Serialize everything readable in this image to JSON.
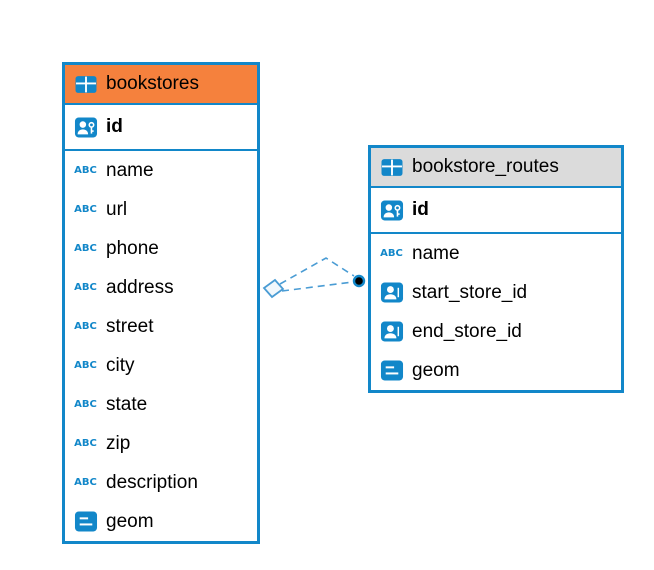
{
  "colors": {
    "canvas_bg": "#ffffff",
    "border_blue": "#1287c9",
    "header_orange": "#f5813d",
    "header_gray": "#dbdbdb",
    "connector_blue": "#4a9cd4",
    "dot_black": "#000000",
    "text_black": "#000000"
  },
  "icons": {
    "text_glyph": "ABC"
  },
  "tables": [
    {
      "name": "bookstores",
      "header_icon": "table-icon",
      "keys": [
        {
          "icon": "primary-key-icon",
          "label": "id"
        }
      ],
      "columns": [
        {
          "icon": "text-column-icon",
          "label": "name"
        },
        {
          "icon": "text-column-icon",
          "label": "url"
        },
        {
          "icon": "text-column-icon",
          "label": "phone"
        },
        {
          "icon": "text-column-icon",
          "label": "address"
        },
        {
          "icon": "text-column-icon",
          "label": "street"
        },
        {
          "icon": "text-column-icon",
          "label": "city"
        },
        {
          "icon": "text-column-icon",
          "label": "state"
        },
        {
          "icon": "text-column-icon",
          "label": "zip"
        },
        {
          "icon": "text-column-icon",
          "label": "description"
        },
        {
          "icon": "geometry-column-icon",
          "label": "geom"
        }
      ]
    },
    {
      "name": "bookstore_routes",
      "header_icon": "table-icon",
      "keys": [
        {
          "icon": "primary-key-icon",
          "label": "id"
        }
      ],
      "columns": [
        {
          "icon": "text-column-icon",
          "label": "name"
        },
        {
          "icon": "reference-column-icon",
          "label": "start_store_id"
        },
        {
          "icon": "reference-column-icon",
          "label": "end_store_id"
        },
        {
          "icon": "geometry-column-icon",
          "label": "geom"
        }
      ]
    }
  ],
  "relationships": {
    "style": "dashed",
    "left_marker": "diamond-marker",
    "right_marker": "dot-marker",
    "source_table": "bookstores",
    "target_table": "bookstore_routes",
    "line_count": 2
  }
}
